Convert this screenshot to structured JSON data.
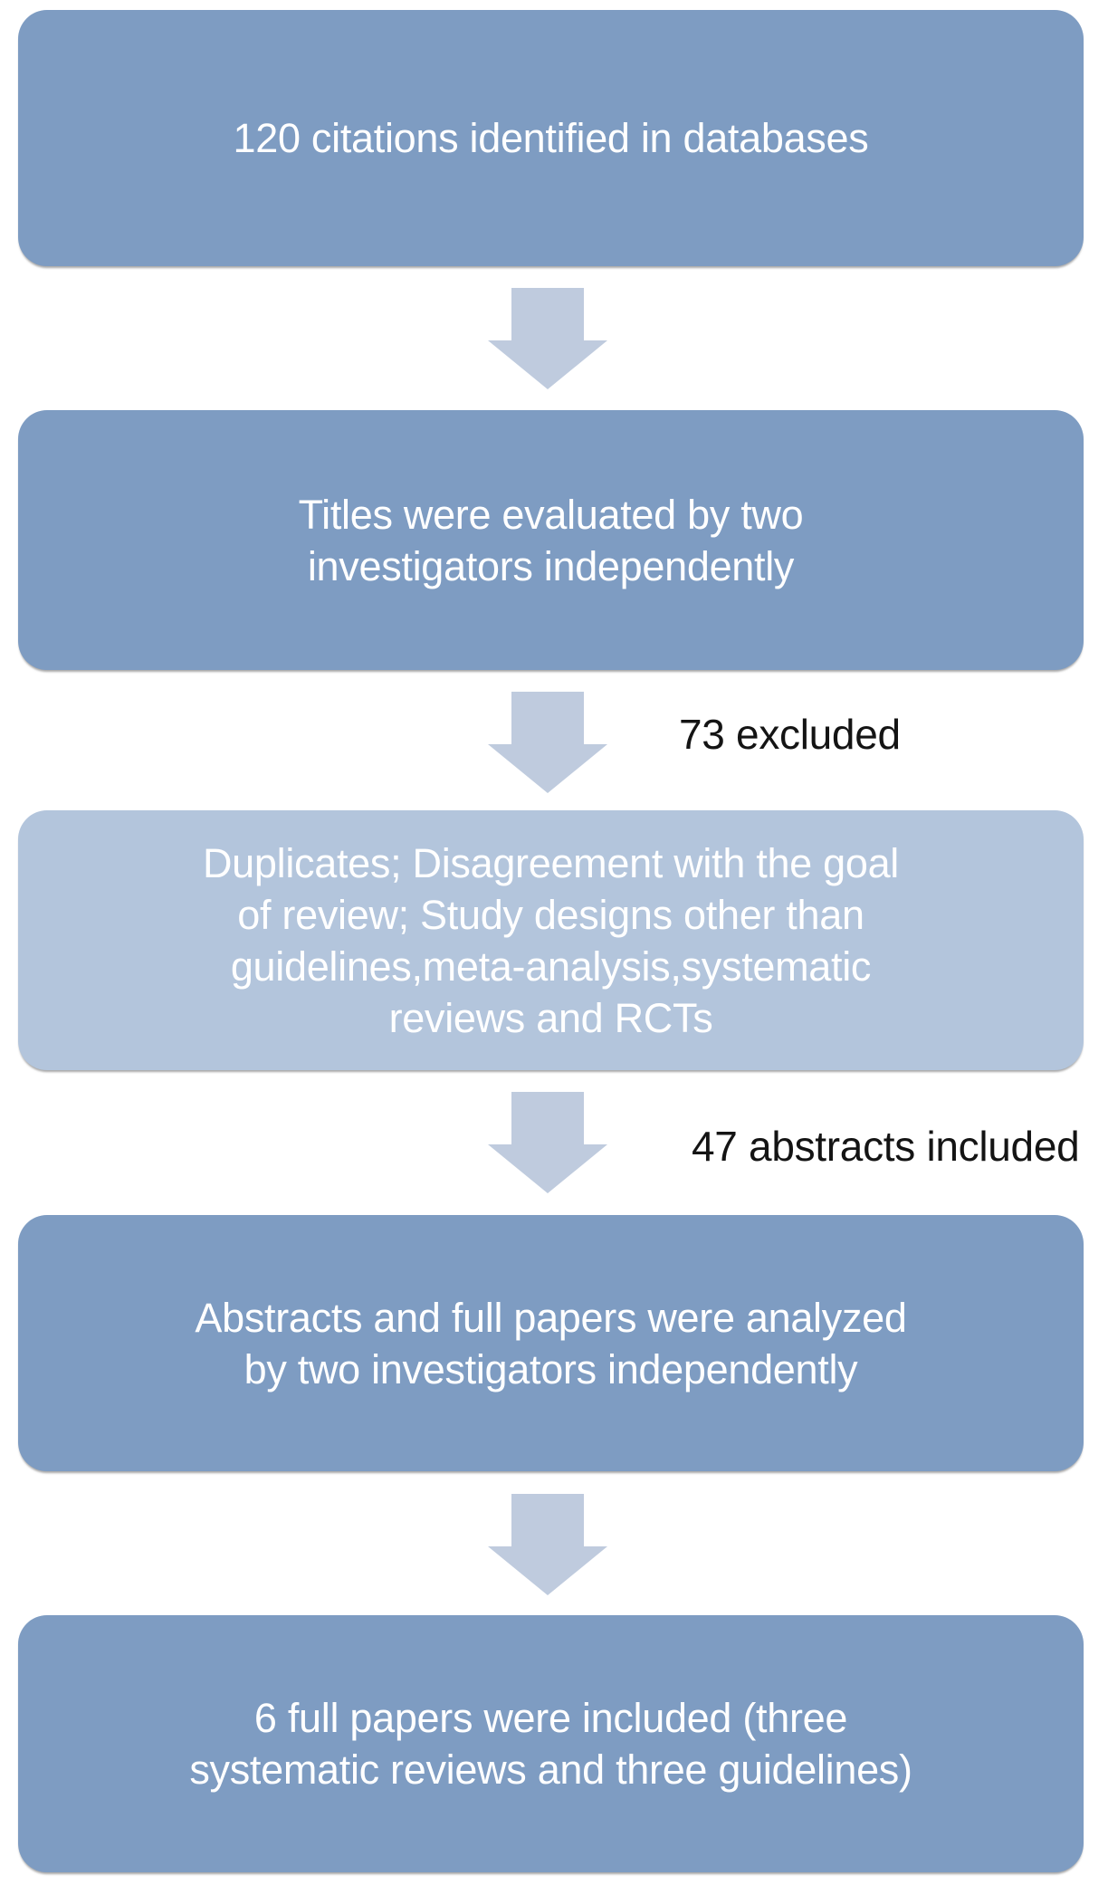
{
  "colors": {
    "background": "#ffffff",
    "box-dark": "#7e9cc2",
    "box-light": "#b3c5dc",
    "arrow": "#bfcbde",
    "box-text": "#ffffff",
    "label-text": "#141414"
  },
  "flowchart": {
    "nodes": [
      {
        "id": "citations-identified",
        "style": "dark",
        "text": "120 citations identified in databases"
      },
      {
        "id": "titles-evaluated",
        "style": "dark",
        "text": "Titles were evaluated by two\ninvestigators independently"
      },
      {
        "id": "exclusion-reasons",
        "style": "light",
        "text": "Duplicates; Disagreement with the goal\nof review; Study designs other than\nguidelines,meta-analysis,systematic\nreviews and RCTs"
      },
      {
        "id": "abstracts-analyzed",
        "style": "dark",
        "text": "Abstracts and full papers were analyzed\nby two investigators independently"
      },
      {
        "id": "full-papers-included",
        "style": "dark",
        "text": "6 full papers were included (three\nsystematic reviews and three guidelines)"
      }
    ],
    "labels": [
      {
        "id": "excluded-count",
        "text": "73 excluded"
      },
      {
        "id": "abstracts-included-count",
        "text": "47 abstracts included"
      }
    ]
  }
}
